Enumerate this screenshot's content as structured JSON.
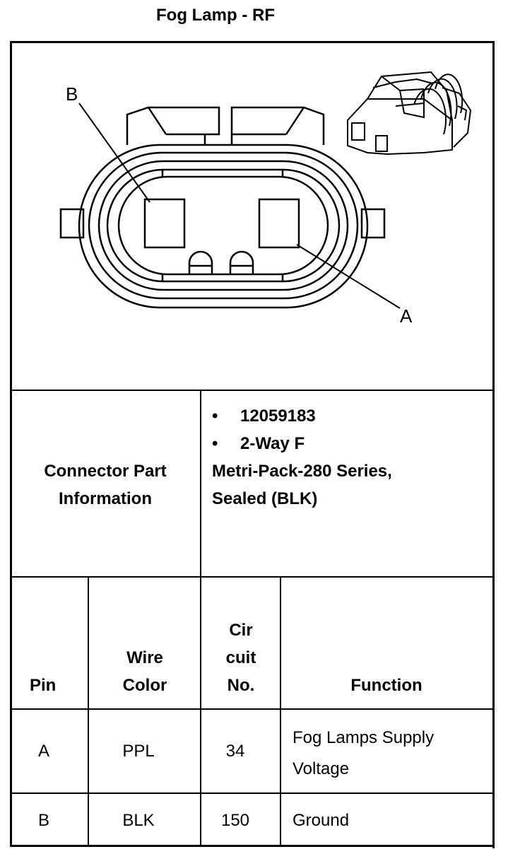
{
  "title": "Fog Lamp - RF",
  "diagram": {
    "label_b": "B",
    "label_a": "A"
  },
  "connector_info": {
    "label_line1": "Connector Part",
    "label_line2": "Information",
    "bullet1": "12059183",
    "bullet2": "2-Way F",
    "line3": "Metri-Pack-280 Series,",
    "line4": "Sealed (BLK)"
  },
  "table": {
    "headers": {
      "pin": "Pin",
      "wire_line1": "Wire",
      "wire_line2": "Color",
      "cir_line1": "Cir",
      "cir_line2": "cuit",
      "cir_line3": "No.",
      "function": "Function"
    },
    "rows": [
      {
        "pin": "A",
        "wire": "PPL",
        "circuit": "34",
        "function_line1": "Fog Lamps Supply",
        "function_line2": "Voltage"
      },
      {
        "pin": "B",
        "wire": "BLK",
        "circuit": "150",
        "function_line1": "Ground",
        "function_line2": ""
      }
    ]
  }
}
